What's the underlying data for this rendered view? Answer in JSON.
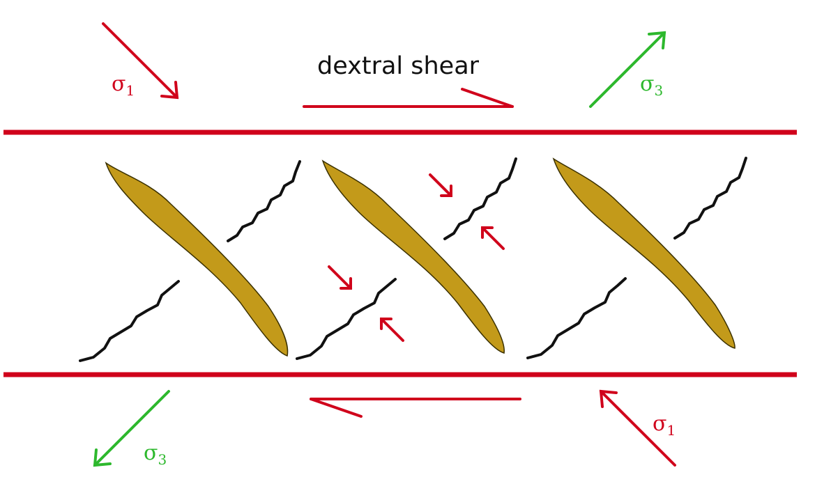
{
  "diagram": {
    "title": "dextral shear",
    "colors": {
      "background": "#ffffff",
      "shear_zone_boundary": "#d0021b",
      "compression_arrow": "#d0021b",
      "extension_arrow": "#2db82d",
      "vein_fill": "#c39a1a",
      "vein_outline": "#3a3000",
      "fracture": "#111111"
    },
    "labels": {
      "sigma": "σ",
      "sigma1_top_left": "1",
      "sigma3_top_right": "3",
      "sigma3_bottom_left": "3",
      "sigma1_bottom_right": "1"
    },
    "elements": {
      "vein_count": 3,
      "fracture_count": 6,
      "small_compression_arrow_count": 4
    }
  }
}
